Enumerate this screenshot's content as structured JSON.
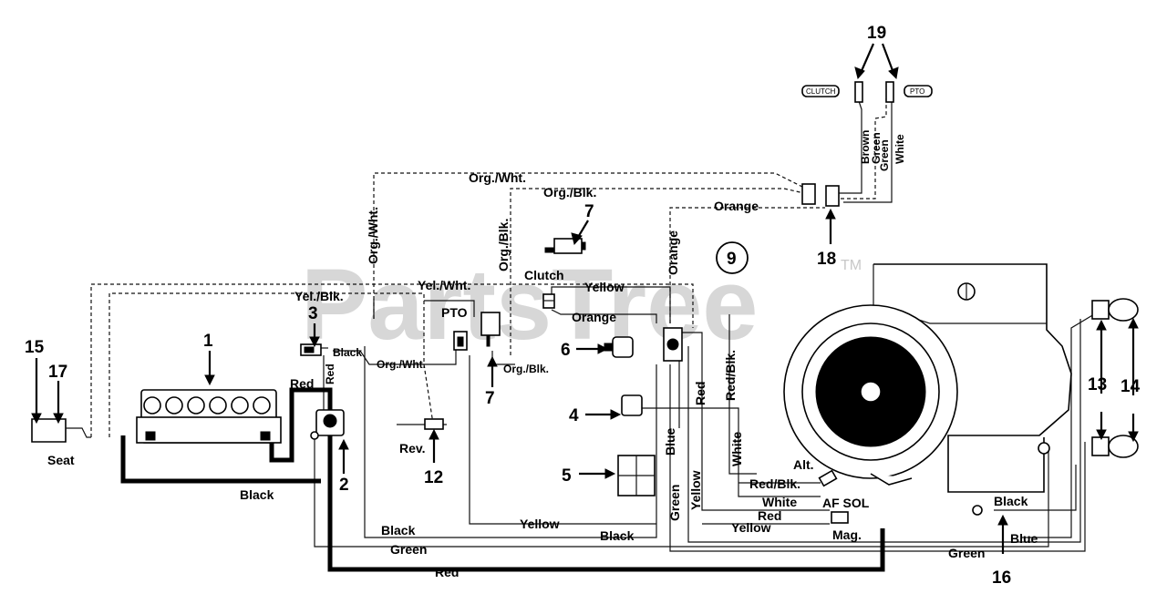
{
  "watermark": {
    "text": "PartsTree",
    "tm": "TM"
  },
  "callouts": {
    "c1": "1",
    "c2": "2",
    "c3": "3",
    "c4": "4",
    "c5": "5",
    "c6": "6",
    "c7a": "7",
    "c7b": "7",
    "c9": "9",
    "c12": "12",
    "c13": "13",
    "c14": "14",
    "c15": "15",
    "c16": "16",
    "c17": "17",
    "c18": "18",
    "c19": "19"
  },
  "component_labels": {
    "seat": "Seat",
    "pto": "PTO",
    "clutch": "Clutch",
    "rev": "Rev.",
    "alt": "Alt.",
    "af_sol": "AF SOL",
    "mag": "Mag.",
    "clutch_tag": "CLUTCH",
    "pto_tag": "PTO"
  },
  "wire_labels": {
    "org_wht_top": "Org./Wht.",
    "org_blk_top": "Org./Blk.",
    "orange_top": "Orange",
    "org_wht_vert": "Org./Wht.",
    "org_blk_vert": "Org./Blk.",
    "orange_vert": "Orange",
    "yel_blk": "Yel./Blk.",
    "yel_wht": "Yel./Wht.",
    "yellow_clutch": "Yellow",
    "orange_clutch": "Orange",
    "black_3": "Black",
    "red_batt": "Red",
    "red_vert": "Red",
    "org_wht_mid": "Org./Wht.",
    "org_blk_mid": "Org./Blk.",
    "red_right": "Red",
    "red_blk_vert": "Red/Blk.",
    "blue_vert": "Blue",
    "white_vert": "White",
    "yellow_vert": "Yellow",
    "green_vert": "Green",
    "red_blk_alt": "Red/Blk.",
    "white_alt": "White",
    "red_sol": "Red",
    "yellow_sol": "Yellow",
    "black_batt": "Black",
    "black_bot": "Black",
    "yellow_bot": "Yellow",
    "black_bot2": "Black",
    "green_bot": "Green",
    "green_bot_right": "Green",
    "red_bot": "Red",
    "black_right": "Black",
    "blue_right": "Blue",
    "brown": "Brown",
    "green_19a": "Green",
    "green_19b": "Green",
    "white_19": "White"
  }
}
